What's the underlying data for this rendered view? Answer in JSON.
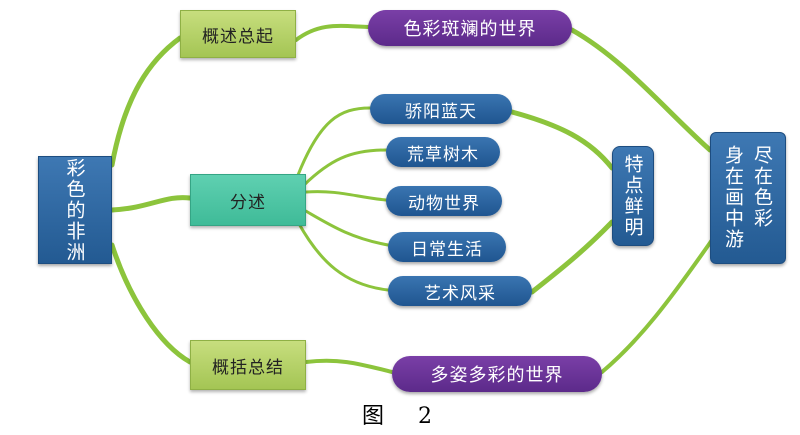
{
  "root": {
    "label": "彩色的非洲"
  },
  "branches": {
    "intro": "概述总起",
    "detail": "分述",
    "summary": "概括总结"
  },
  "themes": {
    "opening": "色彩斑斓的世界",
    "closing": "多姿多彩的世界"
  },
  "topics": [
    "骄阳蓝天",
    "荒草树木",
    "动物世界",
    "日常生活",
    "艺术风采"
  ],
  "feature": "特点鲜明",
  "conclusion": {
    "col1": "尽在色彩",
    "col2": "身在画中游"
  },
  "caption": "图　2",
  "colors": {
    "connector": "#8cc43c",
    "blue_node": "#2a64a0",
    "purple_node": "#6a3596",
    "green_node": "#b5d168",
    "teal_node": "#4cc4a3"
  }
}
